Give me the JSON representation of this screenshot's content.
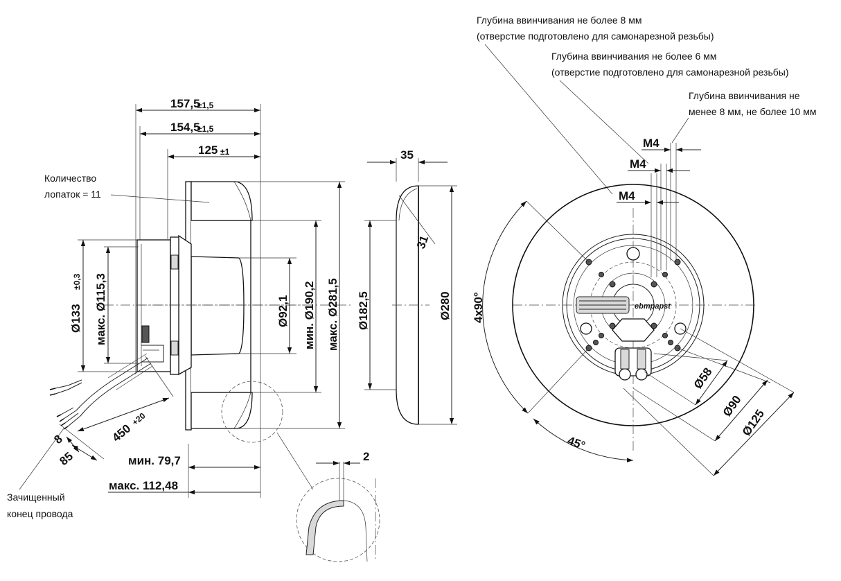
{
  "side_view": {
    "dim_157": "157,5",
    "tol_157": "±1,5",
    "dim_154": "154,5",
    "tol_154": "±1,5",
    "dim_125": "125",
    "tol_125": "±1",
    "blades_note_1": "Количество",
    "blades_note_2": "лопаток = 11",
    "dim_d133": "Ø133",
    "tol_d133": "±0,3",
    "dim_d115": "макс. Ø115,3",
    "dim_d92": "Ø92,1",
    "dim_d190": "мин. Ø190,2",
    "dim_d281": "макс. Ø281,5",
    "dim_450": "450",
    "tol_450": "+20",
    "dim_8": "8",
    "dim_85": "85",
    "dim_min": "мин. 79,7",
    "dim_max": "макс. 112,48",
    "wire_note_1": "Зачищенный",
    "wire_note_2": "конец провода"
  },
  "inlet_ring": {
    "dim_35": "35",
    "dim_31": "31",
    "dim_d182": "Ø182,5",
    "dim_d280": "Ø280",
    "dim_2": "2"
  },
  "front_view": {
    "note1_line1": "Глубина ввинчивания не более 8 мм",
    "note1_line2": "(отверстие  подготовлено для самонарезной резьбы)",
    "note2_line1": "Глубина ввинчивания не более 6 мм",
    "note2_line2": "(отверстие подготовлено для самонарезной резьбы)",
    "note3_line1": "Глубина ввинчивания не",
    "note3_line2": "менее 8 мм, не более 10 мм",
    "m4_a": "M4",
    "m4_b": "M4",
    "m4_c": "M4",
    "angle_4x90": "4x90°",
    "angle_45": "45°",
    "dim_d58": "Ø58",
    "dim_d90": "Ø90",
    "dim_d125": "Ø125",
    "logo": "ebmpapst"
  }
}
